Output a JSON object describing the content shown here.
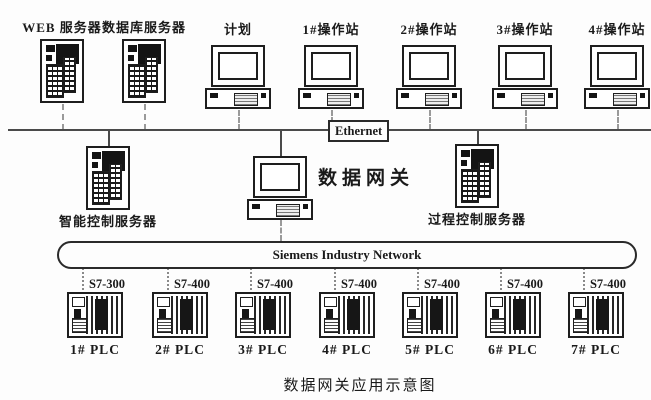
{
  "caption": "数据网关应用示意图",
  "ethernet": {
    "label": "Ethernet"
  },
  "siemens_network": {
    "label": "Siemens Industry Network"
  },
  "gateway": {
    "label": "数据网关"
  },
  "top_devices": [
    {
      "label": "WEB 服务器",
      "type": "server-tower-icon"
    },
    {
      "label": "数据库服务器",
      "type": "server-tower-icon"
    },
    {
      "label": "计划",
      "type": "desktop-computer-icon"
    },
    {
      "label": "1#操作站",
      "type": "desktop-computer-icon"
    },
    {
      "label": "2#操作站",
      "type": "desktop-computer-icon"
    },
    {
      "label": "3#操作站",
      "type": "desktop-computer-icon"
    },
    {
      "label": "4#操作站",
      "type": "desktop-computer-icon"
    }
  ],
  "middle_devices": [
    {
      "label": "智能控制服务器",
      "type": "server-tower-icon"
    },
    {
      "label": "数据网关",
      "type": "desktop-computer-icon"
    },
    {
      "label": "过程控制服务器",
      "type": "server-tower-icon"
    }
  ],
  "plcs": [
    {
      "model": "S7-300",
      "label": "1# PLC"
    },
    {
      "model": "S7-400",
      "label": "2# PLC"
    },
    {
      "model": "S7-400",
      "label": "3# PLC"
    },
    {
      "model": "S7-400",
      "label": "4# PLC"
    },
    {
      "model": "S7-400",
      "label": "5# PLC"
    },
    {
      "model": "S7-400",
      "label": "6# PLC"
    },
    {
      "model": "S7-400",
      "label": "7# PLC"
    }
  ],
  "colors": {
    "background": "#fdfdfd",
    "ink": "#1a1a1a",
    "bus_line": "#4a4a4a",
    "connector": "#9a9a9a"
  }
}
